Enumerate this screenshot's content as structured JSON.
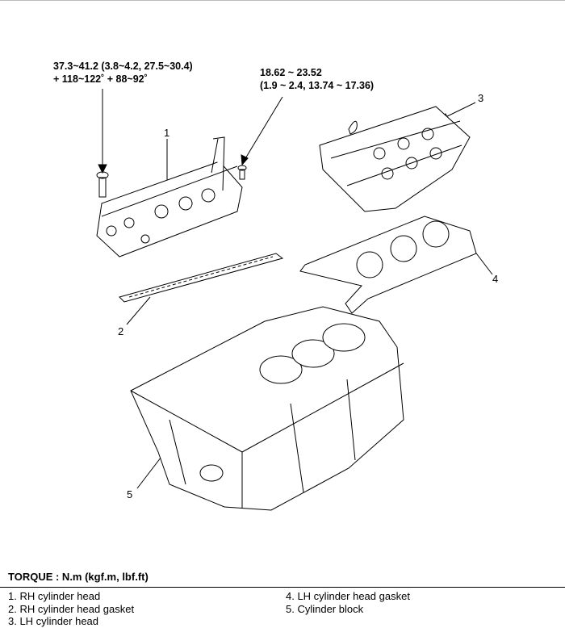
{
  "torque_1": {
    "line1": "37.3~41.2 (3.8~4.2, 27.5~30.4)",
    "line2": "+ 118~122˚ + 88~92˚"
  },
  "torque_2": {
    "line1": "18.62 ~ 23.52",
    "line2": "(1.9 ~ 2.4, 13.74 ~ 17.36)"
  },
  "callouts": [
    "1",
    "2",
    "3",
    "4",
    "5"
  ],
  "torque_title": "TORQUE : N.m (kgf.m, lbf.ft)",
  "legend": [
    "1.  RH cylinder head",
    "2.  RH cylinder head gasket",
    "3.  LH cylinder head",
    "4.  LH cylinder head gasket",
    "5.  Cylinder block"
  ]
}
